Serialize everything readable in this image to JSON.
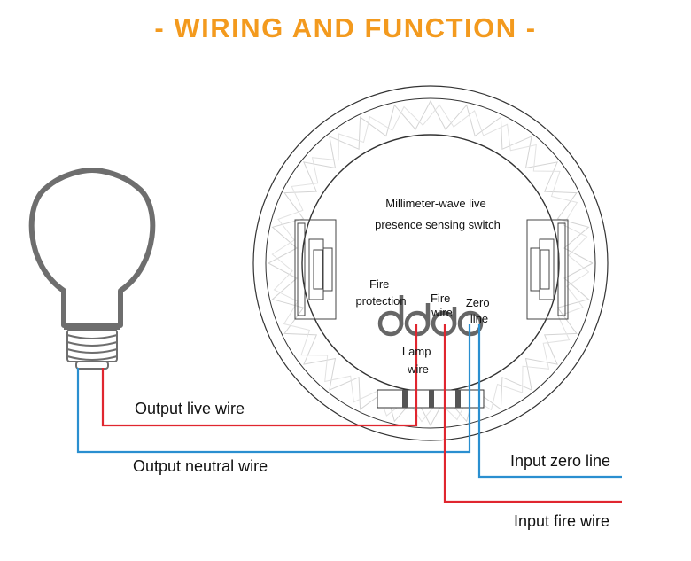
{
  "title": "- WIRING AND FUNCTION -",
  "colors": {
    "title": "#f39a1e",
    "live_wire": "#e0262f",
    "neutral_wire": "#2a8fd0",
    "outline": "#333333",
    "bulb": "#6e6e6e"
  },
  "device": {
    "label_line1": "Millimeter-wave live",
    "label_line2": "presence sensing switch"
  },
  "terminals": {
    "fire_protection": [
      "Fire",
      "protection"
    ],
    "fire_wire": [
      "Fire",
      "wire"
    ],
    "zero_line": [
      "Zero",
      "line"
    ],
    "lamp_wire": [
      "Lamp",
      "wire"
    ]
  },
  "wires": {
    "output_live": "Output live wire",
    "output_neutral": "Output neutral wire",
    "input_zero": "Input zero line",
    "input_fire": "Input fire wire"
  },
  "icons": [
    "light-bulb-icon",
    "switch-device-icon"
  ]
}
